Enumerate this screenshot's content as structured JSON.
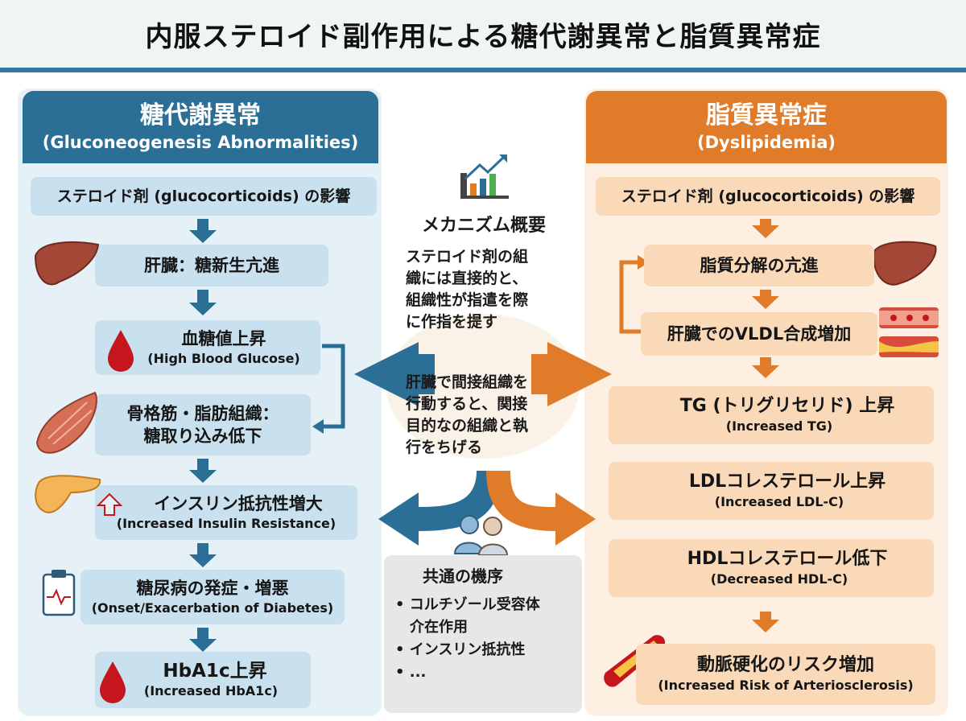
{
  "title": "内服ステロイド副作用による糖代謝異常と脂質異常症",
  "left": {
    "title": "糖代謝異常",
    "subtitle": "(Gluconeogenesis Abnormalities)",
    "steps": [
      {
        "main": "ステロイド剤 (glucocorticoids) の影響",
        "sub": ""
      },
      {
        "main": "肝臓：糖新生亢進",
        "sub": ""
      },
      {
        "main": "血糖値上昇",
        "sub": "(High Blood Glucose)"
      },
      {
        "main": "骨格筋・脂肪組織：",
        "sub": "糖取り込み低下"
      },
      {
        "main": "インスリン抵抗性増大",
        "sub": "(Increased Insulin Resistance)"
      },
      {
        "main": "糖尿病の発症・増悪",
        "sub": "(Onset/Exacerbation of Diabetes)"
      },
      {
        "main": "HbA1c上昇",
        "sub": "(Increased HbA1c)"
      }
    ]
  },
  "right": {
    "title": "脂質異常症",
    "subtitle": "(Dyslipidemia)",
    "steps": [
      {
        "main": "ステロイド剤 (glucocorticoids) の影響",
        "sub": ""
      },
      {
        "main": "脂質分解の亢進",
        "sub": ""
      },
      {
        "main": "肝臓でのVLDL合成増加",
        "sub": ""
      },
      {
        "main": "TG (トリグリセリド) 上昇",
        "sub": "(Increased TG)"
      },
      {
        "main": "LDLコレステロール上昇",
        "sub": "(Increased LDL-C)"
      },
      {
        "main": "HDLコレステロール低下",
        "sub": "(Decreased HDL-C)"
      },
      {
        "main": "動脈硬化のリスク増加",
        "sub": "(Increased Risk of Arteriosclerosis)"
      }
    ]
  },
  "center": {
    "mech_title": "メカニズム概要",
    "mech_lines_1": [
      "ステロイド剤の組",
      "織には直接的と、",
      "組織性が指遣を際",
      "に作指を提す"
    ],
    "mech_lines_2": [
      "肝臓で間接組織を",
      "行動すると、関接",
      "目的なの組織と執",
      "行をちげる"
    ],
    "common_title": "共通の機序",
    "common_items": [
      "• コルチゾール受容体",
      "介在作用",
      "• インスリン抵抗性",
      "• ..."
    ]
  },
  "colors": {
    "blue": "#2b6f96",
    "orange": "#e07b2a",
    "blood": "#c4161c"
  },
  "icons": {
    "chart": "bar-chart-trend-icon",
    "liver": "liver-icon",
    "blood": "blood-drop-icon",
    "muscle": "muscle-icon",
    "pancreas": "pancreas-icon",
    "clipboard": "clipboard-icon",
    "vessel": "blood-vessel-icon",
    "doctors": "doctors-icon",
    "thyroid": "thyroid-icon"
  }
}
